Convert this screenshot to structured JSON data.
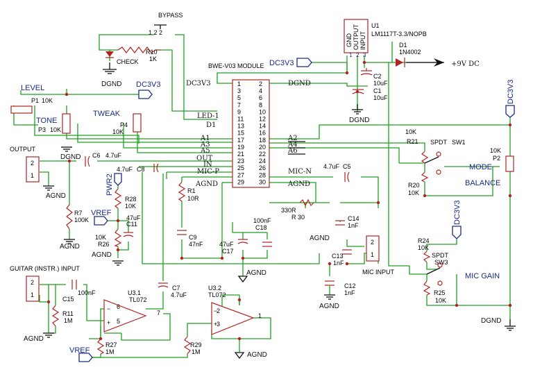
{
  "module": {
    "title": "BWE-V03 MODULE",
    "left_pins": [
      "1",
      "3",
      "5",
      "7",
      "9",
      "11",
      "13",
      "15",
      "17",
      "19",
      "21",
      "23",
      "25",
      "27",
      "29"
    ],
    "right_pins": [
      "2",
      "4",
      "6",
      "8",
      "10",
      "12",
      "14",
      "16",
      "18",
      "20",
      "22",
      "24",
      "26",
      "28",
      "30"
    ],
    "left_nets": {
      "dc3v3": "DC3V3",
      "led1": "LED-1",
      "d1": "D1",
      "a1": "A1",
      "a3": "A3",
      "a5": "A5",
      "out": "OUT",
      "in": "IN",
      "micp": "MIC-P",
      "agnd": "AGND"
    },
    "right_nets": {
      "dgnd": "DGND",
      "a2": "A2",
      "a4": "A4",
      "a6": "A6",
      "micn": "MIC-N",
      "agnd": "AGND"
    }
  },
  "regulator": {
    "ref": "U1",
    "part": "LM1117T-3.3/NOPB",
    "pins": [
      "GND",
      "OUTPUT",
      "INPUT"
    ],
    "pin_nums": [
      "1",
      "2",
      "3"
    ]
  },
  "power": {
    "dc3v3": "DC3V3",
    "vin": "+9V DC",
    "dgnd": "DGND",
    "agnd": "AGND",
    "vref": "VREF",
    "pwr2": "PWR2"
  },
  "components": {
    "d1": {
      "ref": "D1",
      "value": "1N4002"
    },
    "c1": {
      "ref": "C1",
      "value": "10uF"
    },
    "c2": {
      "ref": "C2",
      "value": "10uF"
    },
    "r10": {
      "ref": "R10",
      "value": "1K"
    },
    "p1": {
      "ref": "P1",
      "value": "10K"
    },
    "p3": {
      "ref": "P3",
      "value": "10K"
    },
    "p4": {
      "ref": "P4",
      "value": "10K"
    },
    "c6": {
      "ref": "C6",
      "value": "4.7uF"
    },
    "c8": {
      "ref": "C8",
      "value": "4.7uF"
    },
    "c5": {
      "ref": "C5",
      "value": "4.7uF"
    },
    "r1": {
      "ref": "R1",
      "value": "10R"
    },
    "c9": {
      "ref": "C9",
      "value": "47nF"
    },
    "r28": {
      "ref": "R28",
      "value": "10K"
    },
    "r26": {
      "ref": "R26",
      "value": "10K"
    },
    "c11": {
      "ref": "C11",
      "value": "47uF"
    },
    "r7": {
      "ref": "R7",
      "value": "100K"
    },
    "c17": {
      "ref": "C17",
      "value": "47uF"
    },
    "c18": {
      "ref": "C18",
      "value": "100nF"
    },
    "r30": {
      "ref": "R 30",
      "value": "330R"
    },
    "c14": {
      "ref": "C14",
      "value": "1nF"
    },
    "c13": {
      "ref": "C13",
      "value": "1nF"
    },
    "c12": {
      "ref": "C12",
      "value": "1nF"
    },
    "r21": {
      "ref": "R21",
      "value": "10K"
    },
    "r20": {
      "ref": "R20",
      "value": "10K"
    },
    "p2": {
      "ref": "P2",
      "value": "10K"
    },
    "r24": {
      "ref": "R24",
      "value": "10K"
    },
    "r25": {
      "ref": "R25",
      "value": "10K"
    },
    "c15": {
      "ref": "C15",
      "value": "100nF"
    },
    "r11": {
      "ref": "R11",
      "value": "1M"
    },
    "c7": {
      "ref": "C7",
      "value": "4.7uF"
    },
    "r27": {
      "ref": "R27",
      "value": "1M"
    },
    "r29": {
      "ref": "R29",
      "value": "1M"
    },
    "u31": {
      "ref": "U3.1",
      "value": "TL072"
    },
    "u32": {
      "ref": "U3.2",
      "value": "TL072"
    },
    "sw1": {
      "ref": "SW1",
      "type": "SPDT"
    },
    "sw3": {
      "ref": "SW3",
      "type": "SPDT"
    }
  },
  "labels": {
    "bypass": "BYPASS",
    "check": "CHECK",
    "level": "LEVEL",
    "tone": "TONE",
    "tweak": "TWEAK",
    "output": "OUTPUT",
    "guitar_input": "GUITAR (INSTR.) INPUT",
    "mic_input": "MIC INPUT",
    "mode": "MODE",
    "balance": "BALANCE",
    "mic_gain": "MIC GAIN"
  },
  "pins": {
    "one": "1",
    "two": "2",
    "three": "3",
    "five": "5",
    "six": "6",
    "seven": "7"
  },
  "bypass_pins": "1 2 2"
}
